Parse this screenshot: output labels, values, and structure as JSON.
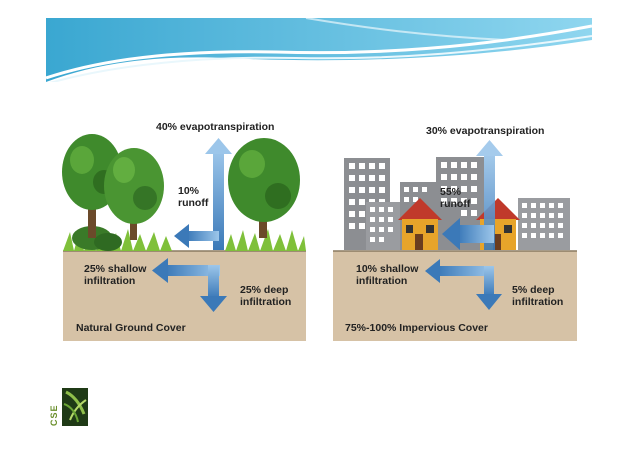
{
  "left_panel": {
    "evapotranspiration": "40% evapotranspiration",
    "runoff": "10%\nrunoff",
    "shallow": "25% shallow\ninfiltration",
    "deep": "25% deep\ninfiltration",
    "cover": "Natural Ground Cover"
  },
  "right_panel": {
    "evapotranspiration": "30% evapotranspiration",
    "runoff": "55%\nrunoff",
    "shallow": "10% shallow\ninfiltration",
    "deep": "5% deep\ninfiltration",
    "cover": "75%-100% Impervious Cover"
  },
  "logo": {
    "text": "CSE"
  },
  "colors": {
    "soil": "#d6c2a6",
    "arrow": "#5b93c9",
    "banner": "#4fb6d8",
    "tree": "#3f8a2c",
    "building": "#8c8e92",
    "house": "#e7a42a"
  }
}
